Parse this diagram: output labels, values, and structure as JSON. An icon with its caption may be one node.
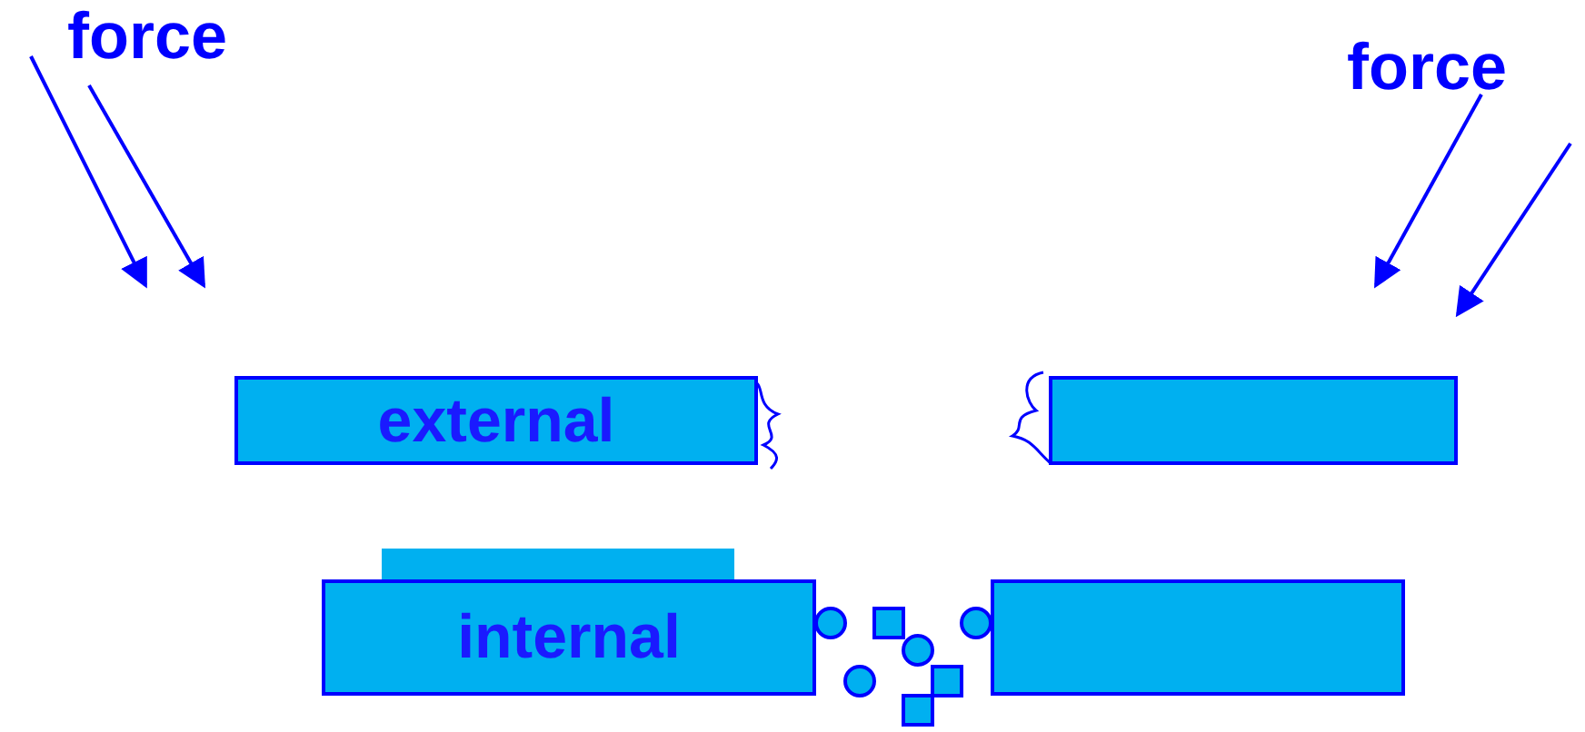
{
  "diagram": {
    "nodes": [
      {
        "text": [
          "external"
        ]
      },
      {
        "text": [],
        "shape": "box"
      },
      {
        "text": [],
        "shape": "bar"
      },
      {
        "text": [
          "internal"
        ]
      },
      {
        "text": [],
        "shape": "box"
      }
    ],
    "labels": [
      "force",
      "force"
    ]
  }
}
